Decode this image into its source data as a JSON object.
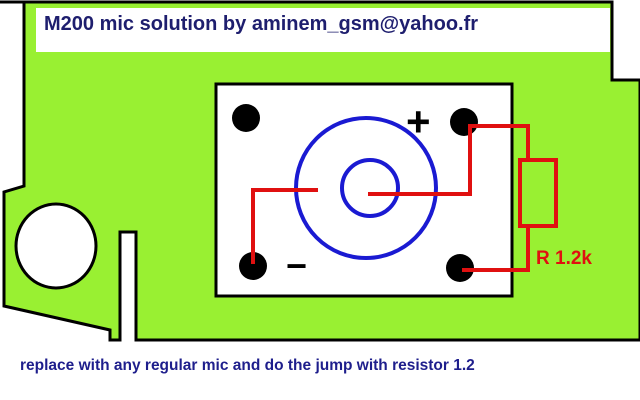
{
  "title": "M200 mic solution by aminem_gsm@yahoo.fr",
  "caption": "replace with any regular mic and do the jump with resistor 1.2",
  "labels": {
    "plus": "+",
    "minus": "−",
    "resistor": "R 1.2k"
  },
  "colors": {
    "board": "#99f032",
    "outline": "#000000",
    "mic_ring": "#1a1ad2",
    "wire": "#e01010",
    "title_text": "#1e1e6e",
    "caption_text": "#1e1e8c"
  }
}
